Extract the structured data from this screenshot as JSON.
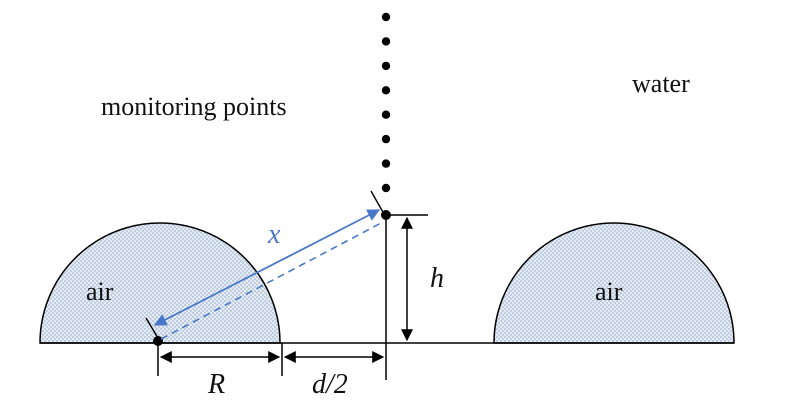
{
  "labels": {
    "monitoring": "monitoring points",
    "water": "water",
    "air_left": "air",
    "air_right": "air",
    "x": "x",
    "h": "h",
    "R": "R",
    "d_half": "d/2"
  },
  "colors": {
    "ink": "#000000",
    "bubble_fill": "#d9e3f0",
    "arrow_blue": "#4a78c8"
  },
  "monitoring_point_count": 8
}
